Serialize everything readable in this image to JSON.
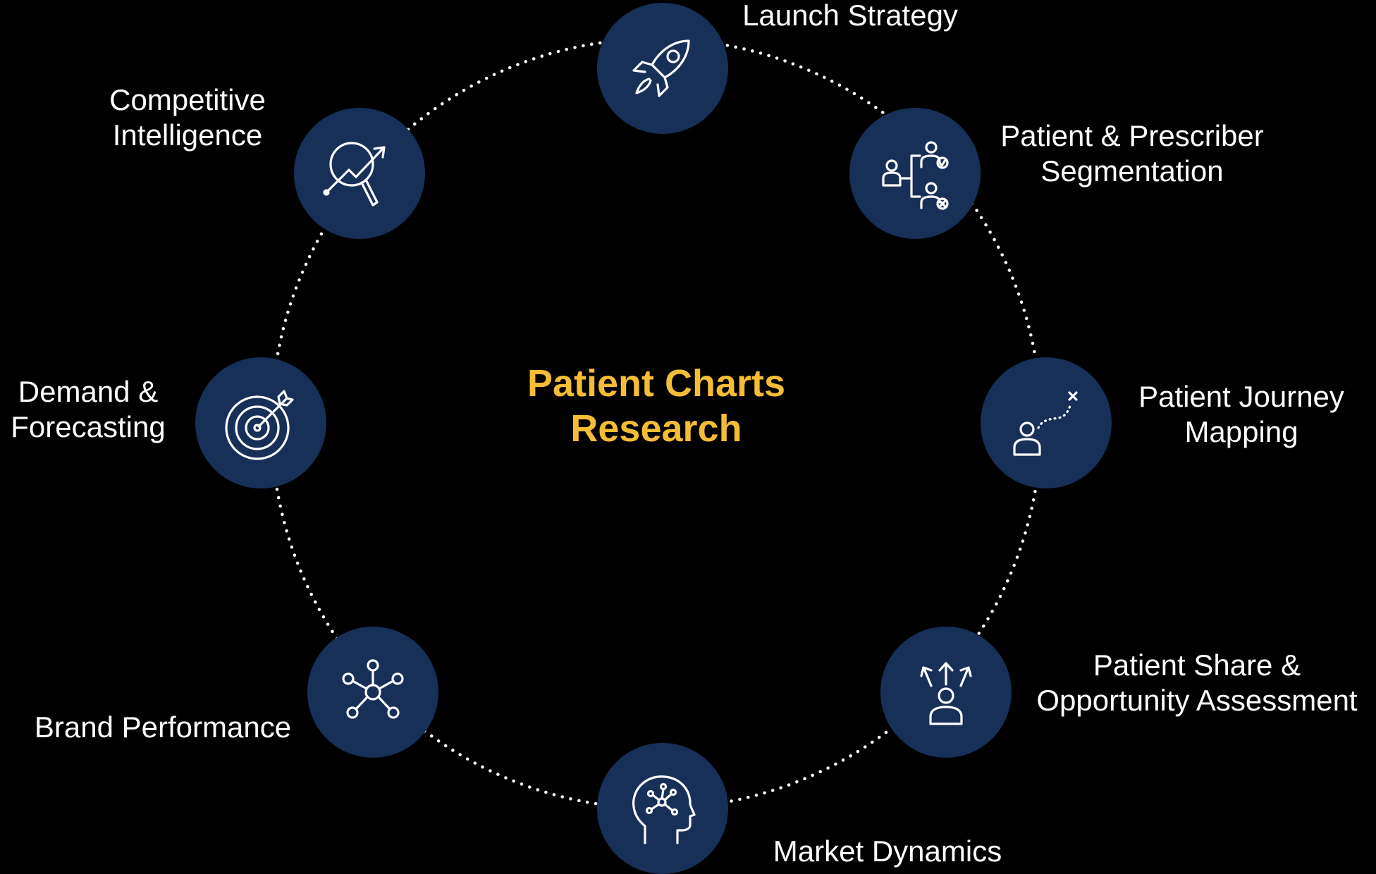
{
  "center": {
    "line1": "Patient Charts",
    "line2": "Research",
    "color": "#f5bd35"
  },
  "colors": {
    "background": "#000000",
    "node_fill": "#163058",
    "icon_stroke": "#ffffff",
    "ring_dots": "#ffffff"
  },
  "nodes": [
    {
      "id": "launch-strategy",
      "icon": "rocket-icon",
      "lines": [
        "Launch Strategy"
      ]
    },
    {
      "id": "patient-prescriber-segmentation",
      "icon": "segmentation-icon",
      "lines": [
        "Patient & Prescriber",
        "Segmentation"
      ]
    },
    {
      "id": "patient-journey-mapping",
      "icon": "journey-icon",
      "lines": [
        "Patient Journey",
        "Mapping"
      ]
    },
    {
      "id": "patient-share-opportunity",
      "icon": "opportunity-icon",
      "lines": [
        "Patient Share &",
        "Opportunity Assessment"
      ]
    },
    {
      "id": "market-dynamics",
      "icon": "head-network-icon",
      "lines": [
        "Market Dynamics"
      ]
    },
    {
      "id": "brand-performance",
      "icon": "network-hub-icon",
      "lines": [
        "Brand Performance"
      ]
    },
    {
      "id": "demand-forecasting",
      "icon": "target-icon",
      "lines": [
        "Demand &",
        "Forecasting"
      ]
    },
    {
      "id": "competitive-intelligence",
      "icon": "magnifier-trend-icon",
      "lines": [
        "Competitive",
        "Intelligence"
      ]
    }
  ]
}
